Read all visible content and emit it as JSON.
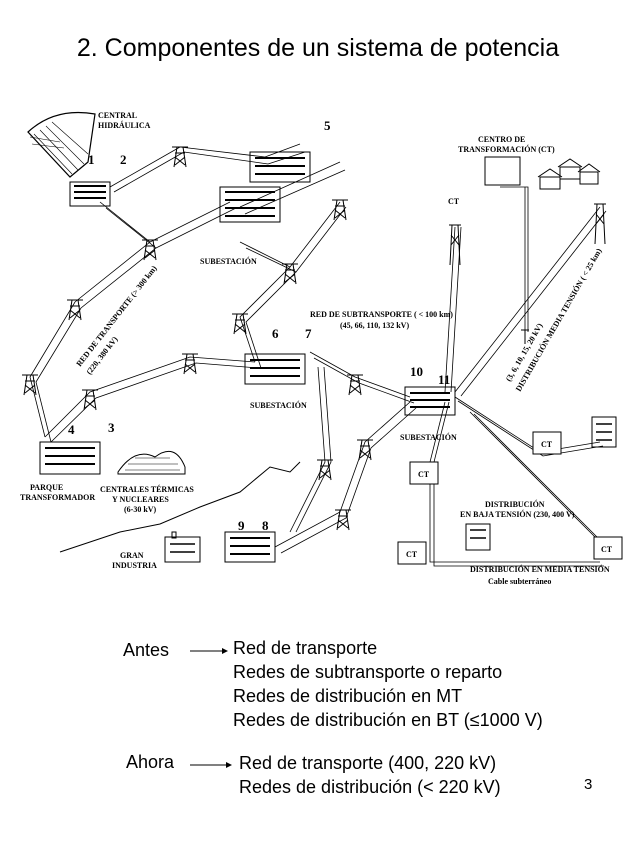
{
  "slide": {
    "title": "2. Componentes de un sistema de potencia",
    "page_number": "3"
  },
  "diagram": {
    "labels": {
      "central_hidraulica_1": "CENTRAL",
      "central_hidraulica_2": "HIDRÁULICA",
      "subestacion_top": "SUBESTACIÓN",
      "subestacion_mid": "SUBESTACIÓN",
      "subestacion_right": "SUBESTACIÓN",
      "red_transporte": "RED DE TRANSPORTE (> 300 km)",
      "red_transporte_kv": "(220, 380 kV)",
      "red_subtransporte": "RED DE SUBTRANSPORTE ( < 100 km)",
      "red_subtransporte_kv": "(45, 66, 110, 132 kV)",
      "centro_transformacion_1": "CENTRO DE",
      "centro_transformacion_2": "TRANSFORMACIÓN (CT)",
      "ct_top": "CT",
      "dist_media_tension": "DISTRIBUCIÓN MEDIA TENSIÓN ( < 25 km)",
      "dist_media_tension_kv": "(3, 6, 10, 15, 20 kV)",
      "parque_1": "PARQUE",
      "parque_2": "TRANSFORMADOR",
      "centrales_1": "CENTRALES TÉRMICAS",
      "centrales_2": "Y NUCLEARES",
      "centrales_3": "(6-30 kV)",
      "gran_industria_1": "GRAN",
      "gran_industria_2": "INDUSTRIA",
      "dist_baja_1": "DISTRIBUCIÓN",
      "dist_baja_2": "EN BAJA TENSIÓN (230, 400 V)",
      "dist_media_bottom": "DISTRIBUCIÓN EN MEDIA TENSIÓN",
      "cable_subterraneo": "Cable subterráneo",
      "ct": "CT"
    },
    "numbers": [
      "1",
      "2",
      "3",
      "4",
      "5",
      "6",
      "7",
      "8",
      "9",
      "10",
      "11"
    ]
  },
  "antes": {
    "label": "Antes",
    "items": [
      "Red de transporte",
      "Redes de subtransporte o reparto",
      "Redes de distribución en MT",
      "Redes de distribución en BT (≤1000 V)"
    ]
  },
  "ahora": {
    "label": "Ahora",
    "items": [
      "Red de transporte (400, 220 kV)",
      "Redes de distribución (< 220 kV)"
    ]
  }
}
